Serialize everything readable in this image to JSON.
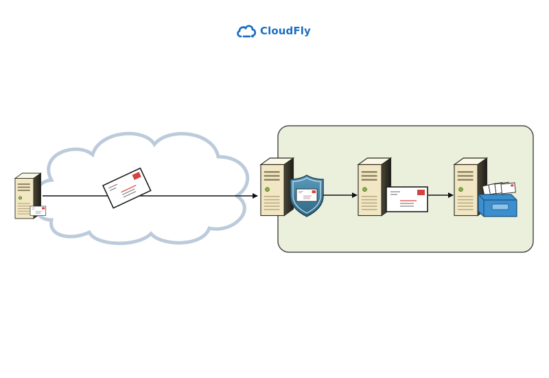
{
  "brand": {
    "name": "CloudFly",
    "color": "#1b6ec2",
    "logo_icon": "cloud-icon"
  },
  "diagram": {
    "nodes": [
      {
        "id": "sender",
        "icon": "sending-server-icon"
      },
      {
        "id": "message",
        "icon": "envelope-icon"
      },
      {
        "id": "internet",
        "icon": "cloud-icon"
      },
      {
        "id": "gateway",
        "icon": "secure-server-shield-icon"
      },
      {
        "id": "mail-server",
        "icon": "mail-server-icon"
      },
      {
        "id": "mailbox-server",
        "icon": "mailbox-server-inbox-icon"
      }
    ],
    "edges": [
      {
        "from": "sender",
        "to": "gateway"
      },
      {
        "from": "gateway",
        "to": "mail-server"
      },
      {
        "from": "mail-server",
        "to": "mailbox-server"
      }
    ],
    "colors": {
      "cloud_fill": "#ffffff",
      "cloud_stroke": "#bccbdb",
      "zone_fill": "#eaf0dc",
      "zone_stroke": "#4d4d4d",
      "server_face": "#f2e7c4",
      "shield": "#3f7e9e",
      "envelope_stamp": "#d3433f",
      "inbox": "#3c8fcf"
    }
  }
}
